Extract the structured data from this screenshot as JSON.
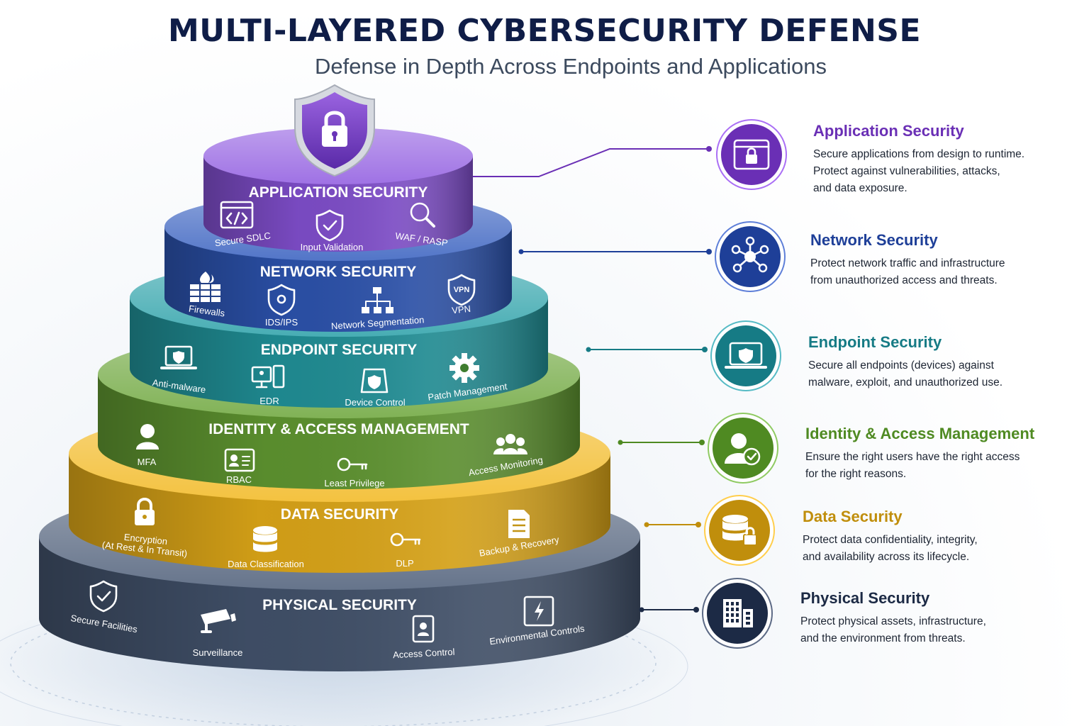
{
  "title": "MULTI-LAYERED CYBERSECURITY DEFENSE",
  "subtitle": "Defense in Depth Across Endpoints and Applications",
  "layers": [
    {
      "name": "APPLICATION SECURITY",
      "color": "#7b4bc4",
      "items": [
        {
          "label": "Secure SDLC",
          "icon": "code-window-icon"
        },
        {
          "label": "Input Validation",
          "icon": "shield-check-icon"
        },
        {
          "label": "WAF / RASP",
          "icon": "magnifier-icon"
        }
      ]
    },
    {
      "name": "NETWORK SECURITY",
      "color": "#2a4fa6",
      "items": [
        {
          "label": "Firewalls",
          "icon": "firewall-icon"
        },
        {
          "label": "IDS/IPS",
          "icon": "shield-eye-icon"
        },
        {
          "label": "Network Segmentation",
          "icon": "hierarchy-icon"
        },
        {
          "label": "VPN",
          "icon": "vpn-shield-icon"
        }
      ]
    },
    {
      "name": "ENDPOINT SECURITY",
      "color": "#1f8a91",
      "items": [
        {
          "label": "Anti-malware",
          "icon": "laptop-shield-icon"
        },
        {
          "label": "EDR",
          "icon": "monitor-server-icon"
        },
        {
          "label": "Device Control",
          "icon": "device-shield-icon"
        },
        {
          "label": "Patch Management",
          "icon": "gear-icon"
        }
      ]
    },
    {
      "name": "IDENTITY & ACCESS MANAGEMENT",
      "color": "#5b8f2e",
      "items": [
        {
          "label": "MFA",
          "icon": "user-icon"
        },
        {
          "label": "RBAC",
          "icon": "id-card-icon"
        },
        {
          "label": "Least Privilege",
          "icon": "key-icon"
        },
        {
          "label": "Access Monitoring",
          "icon": "users-icon"
        }
      ]
    },
    {
      "name": "DATA SECURITY",
      "color": "#d4a017",
      "items": [
        {
          "label": "Encryption (At Rest & In Transit)",
          "icon": "padlock-icon"
        },
        {
          "label": "Data Classification",
          "icon": "database-icon"
        },
        {
          "label": "DLP",
          "icon": "key-icon"
        },
        {
          "label": "Backup & Recovery",
          "icon": "document-icon"
        }
      ]
    },
    {
      "name": "PHYSICAL SECURITY",
      "color": "#3f4e66",
      "items": [
        {
          "label": "Secure Facilities",
          "icon": "shield-check-icon"
        },
        {
          "label": "Surveillance",
          "icon": "camera-icon"
        },
        {
          "label": "Access Control",
          "icon": "badge-icon"
        },
        {
          "label": "Environmental Controls",
          "icon": "power-panel-icon"
        }
      ]
    }
  ],
  "panels": [
    {
      "heading": "Application Security",
      "text": "Secure applications from design to runtime.\nProtect against vulnerabilities, attacks,\nand data exposure.",
      "color": "#6a2fb5",
      "icon": "browser-lock-icon"
    },
    {
      "heading": "Network Security",
      "text": "Protect network traffic and infrastructure\nfrom unauthorized access and threats.",
      "color": "#1e3f98",
      "icon": "network-node-icon"
    },
    {
      "heading": "Endpoint Security",
      "text": "Secure all endpoints (devices) against\nmalware, exploit, and unauthorized use.",
      "color": "#167b85",
      "icon": "laptop-shield-icon"
    },
    {
      "heading": "Identity & Access Management",
      "text": "Ensure the right users have the right access\nfor the right reasons.",
      "color": "#4f8a22",
      "icon": "user-check-icon"
    },
    {
      "heading": "Data Security",
      "text": "Protect data confidentiality, integrity,\nand availability across its lifecycle.",
      "color": "#c08e0c",
      "icon": "database-lock-icon"
    },
    {
      "heading": "Physical Security",
      "text": "Protect physical assets, infrastructure,\nand the environment from threats.",
      "color": "#1c2a45",
      "icon": "building-icon"
    }
  ]
}
